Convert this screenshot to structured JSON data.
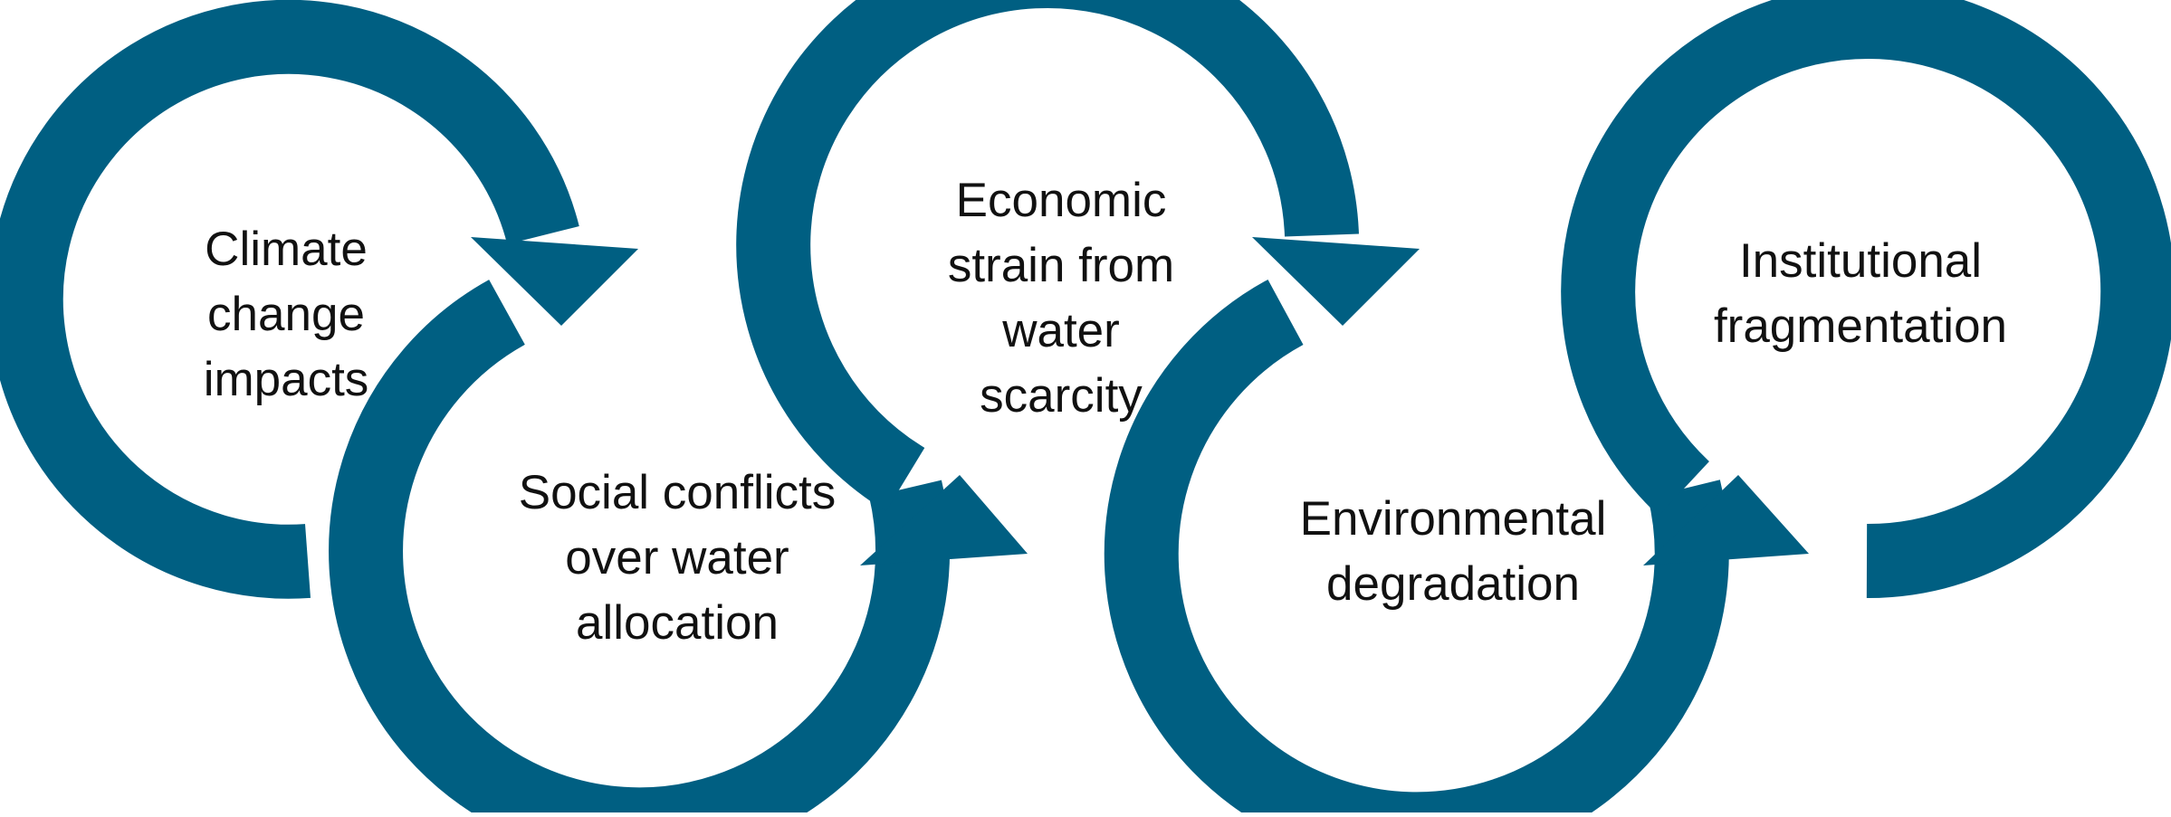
{
  "colors": {
    "arrow": "#005F82",
    "text": "#111111",
    "background": "#FFFFFF"
  },
  "steps": [
    {
      "lines": [
        "Climate",
        "change",
        "impacts"
      ]
    },
    {
      "lines": [
        "Social conflicts",
        "over water",
        "allocation"
      ]
    },
    {
      "lines": [
        "Economic",
        "strain from",
        "water",
        "scarcity"
      ]
    },
    {
      "lines": [
        "Environmental",
        "degradation"
      ]
    },
    {
      "lines": [
        "Institutional",
        "fragmentation"
      ]
    }
  ]
}
